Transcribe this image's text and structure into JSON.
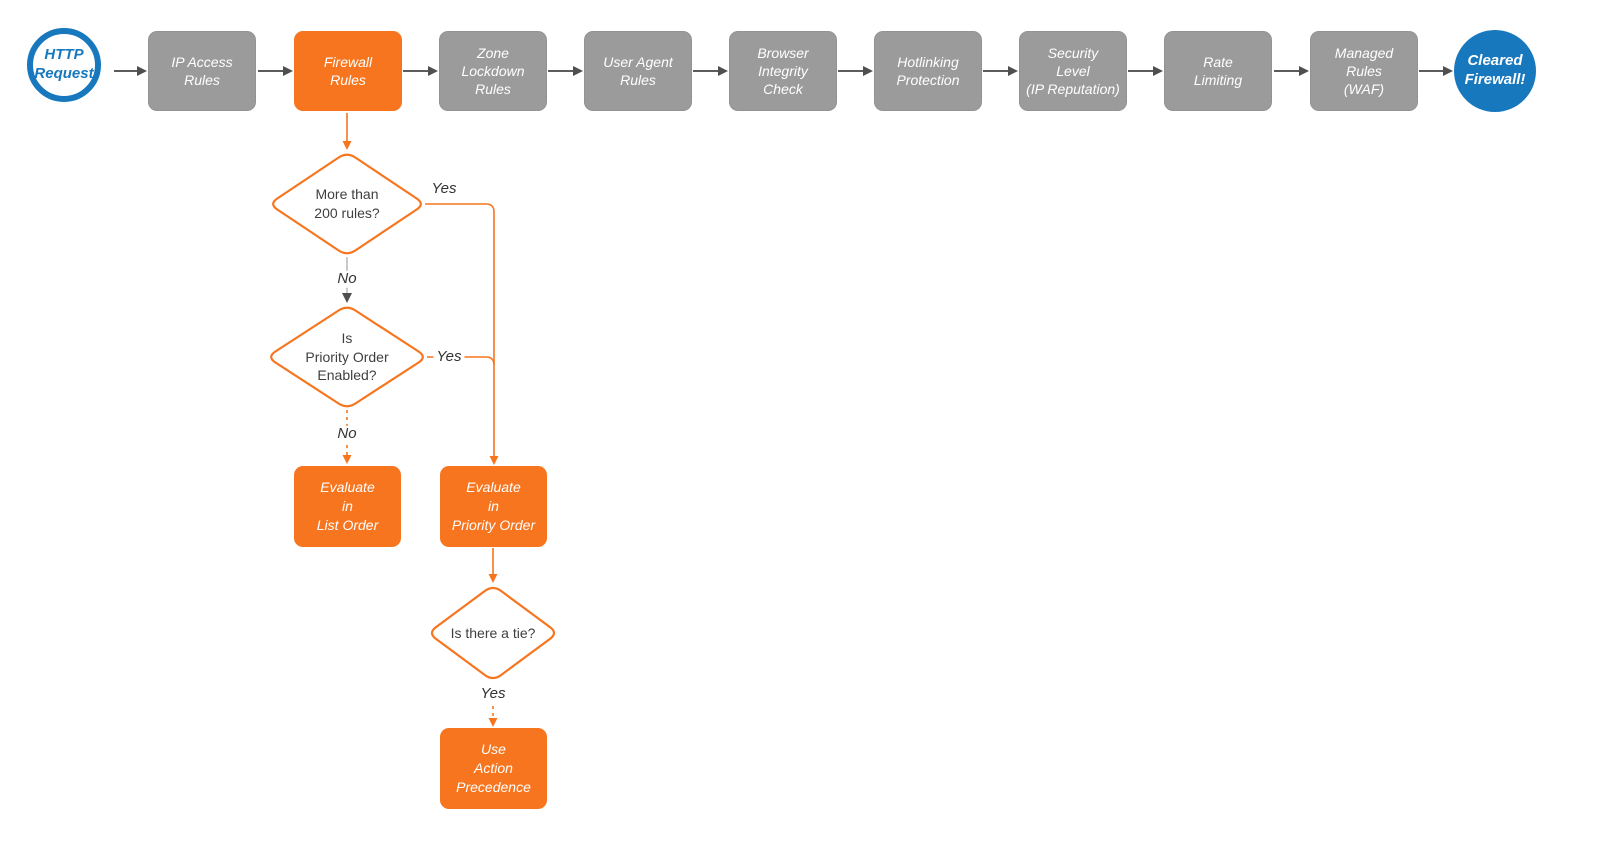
{
  "colors": {
    "orange": "#F6751E",
    "gray": "#9B9B9B",
    "gray_border": "#8A8A8A",
    "blue": "#1778BE",
    "dark_text": "#3F3F3F",
    "arrow_dark": "#4F4F4F",
    "line_dark": "#5C5C5C",
    "line_light_gray": "#BDBDBD"
  },
  "pipeline": {
    "start_label": "HTTP\nRequest",
    "end_label": "Cleared\nFirewall!",
    "stages": [
      {
        "label": "IP Access\nRules",
        "style": "gray"
      },
      {
        "label": "Firewall\nRules",
        "style": "orange"
      },
      {
        "label": "Zone\nLockdown\nRules",
        "style": "gray"
      },
      {
        "label": "User Agent\nRules",
        "style": "gray"
      },
      {
        "label": "Browser\nIntegrity\nCheck",
        "style": "gray"
      },
      {
        "label": "Hotlinking\nProtection",
        "style": "gray"
      },
      {
        "label": "Security\nLevel\n(IP Reputation)",
        "style": "gray"
      },
      {
        "label": "Rate\nLimiting",
        "style": "gray"
      },
      {
        "label": "Managed\nRules\n(WAF)",
        "style": "gray"
      }
    ]
  },
  "firewall_branch": {
    "decisions": [
      {
        "label": "More than\n200 rules?"
      },
      {
        "label": "Is\nPriority Order\nEnabled?"
      },
      {
        "label": "Is there a tie?"
      }
    ],
    "actions": [
      {
        "label": "Evaluate\nin\nList Order"
      },
      {
        "label": "Evaluate\nin\nPriority Order"
      },
      {
        "label": "Use\nAction\nPrecedence"
      }
    ],
    "edge_labels": {
      "d1_yes": "Yes",
      "d1_no": "No",
      "d2_yes": "Yes",
      "d2_no": "No",
      "d3_yes": "Yes"
    }
  }
}
